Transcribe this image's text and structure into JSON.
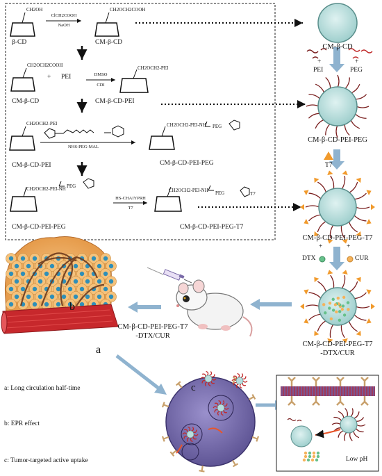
{
  "synthesis": {
    "row1": {
      "left_label": "β-CD",
      "left_group": "CH2OH",
      "reagent_top": "ClCH2COOH",
      "reagent_bottom": "NaOH",
      "right_label": "CM-β-CD",
      "right_group": "CH2OCH2COOH"
    },
    "row2": {
      "left_label": "CM-β-CD",
      "left_group": "CH2OCH2COOH",
      "plus": "+",
      "reactant": "PEI",
      "reagent_top": "DMSO",
      "reagent_bottom": "CDI",
      "right_label": "CM-β-CD-PEI",
      "right_group": "CH2OCH2-PEI"
    },
    "row3": {
      "left_label": "CM-β-CD-PEI",
      "left_group": "CH2OCH2-PEI",
      "reagent_bottom": "NHS-PEG-MAL",
      "right_label": "CM-β-CD-PEI-PEG",
      "right_group": "CH2OCH2-PEI-NH",
      "peg": "PEG"
    },
    "row4": {
      "left_label": "CM-β-CD-PEI-PEG",
      "left_group": "CH2OCH2-PEI-NH",
      "left_peg": "PEG",
      "reagent_top": "HS-CHAIYPRH",
      "reagent_bottom": "T7",
      "right_label": "CM-β-CD-PEI-PEG-T7",
      "right_group": "CH2OCH2-PEI-NH",
      "right_peg": "PEG",
      "t7": "T7"
    }
  },
  "assembly": {
    "step1": "CM-β-CD",
    "add_pei": "PEI",
    "add_peg": "PEG",
    "plus": "+",
    "step2": "CM-β-CD-PEI-PEG",
    "add_t7": "T7",
    "step3": "CM-β-CD-PEI-PEG-T7",
    "add_dtx": "DTX",
    "add_cur": "CUR",
    "step4_line1": "CM-β-CD-PEI-PEG-T7",
    "step4_line2": "-DTX/CUR"
  },
  "mouse_label_line1": "CM-β-CD-PEI-PEG-T7",
  "mouse_label_line2": "-DTX/CUR",
  "tumor_marks": {
    "a": "a",
    "b": "b",
    "c": "c"
  },
  "captions": {
    "a": "a: Long circulation half-time",
    "b": "b: EPR effect",
    "c": "c: Tumor-targeted active uptake"
  },
  "inset_label": "Low pH",
  "colors": {
    "cd_fill": "#b7dedd",
    "cd_stroke": "#5a8f8c",
    "pei": "#7a1f1f",
    "peg": "#c02a2a",
    "t7": "#f19a2c",
    "cell": "#7c72b0",
    "arrow": "#8fb3cf",
    "vessel": "#c7282c"
  }
}
